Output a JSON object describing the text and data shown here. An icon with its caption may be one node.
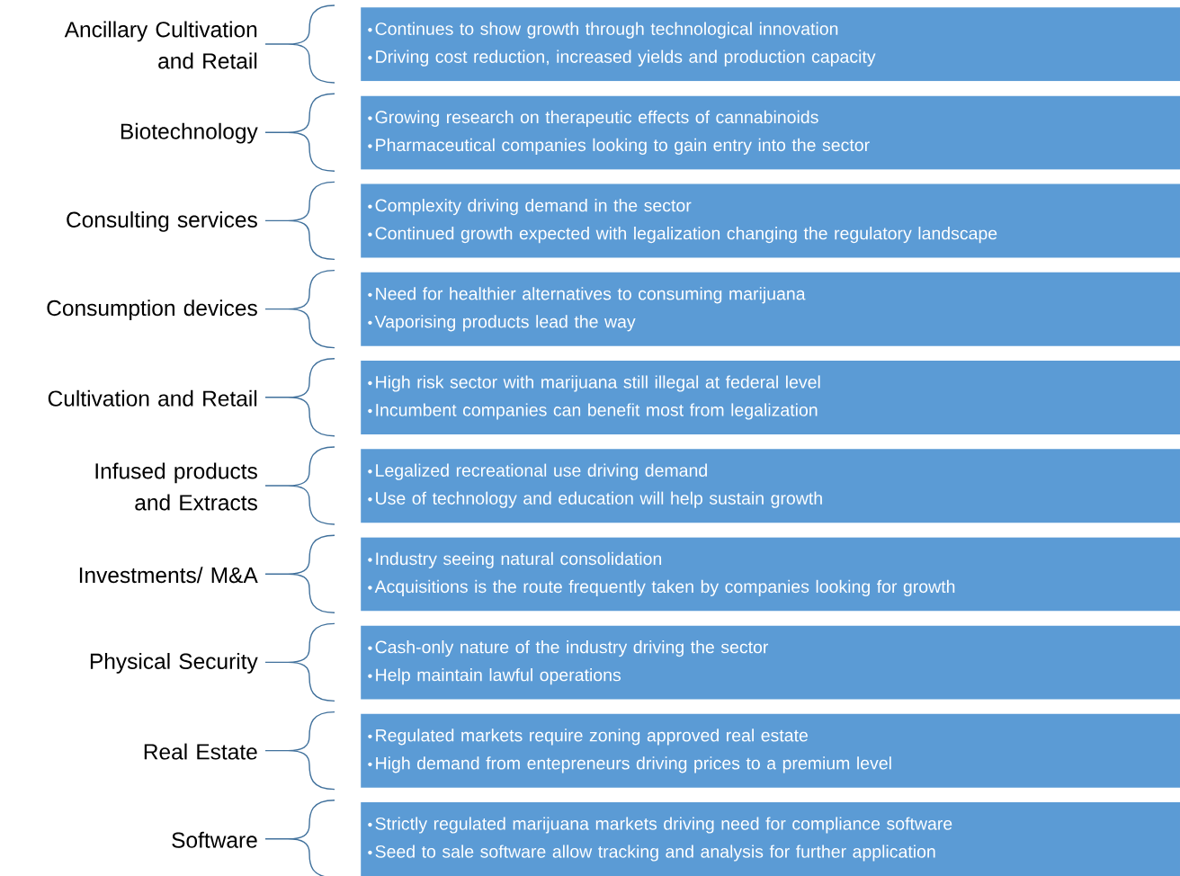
{
  "diagram": {
    "nodes": [
      {
        "text": [
          "Continues to show growth through technological innovation",
          "Driving cost reduction, increased yields and production capacity"
        ]
      },
      {
        "text": [
          "Growing research on therapeutic effects of cannabinoids",
          "Pharmaceutical companies looking to gain entry into the sector"
        ]
      },
      {
        "text": [
          "Complexity driving demand in the sector",
          "Continued growth expected with legalization changing the regulatory landscape"
        ]
      },
      {
        "text": [
          "Need for healthier alternatives to consuming marijuana",
          "Vaporising products lead the way"
        ]
      },
      {
        "text": [
          "High risk sector with marijuana still illegal at federal level",
          "Incumbent companies can benefit most from legalization"
        ]
      },
      {
        "text": [
          "Legalized recreational use driving demand",
          "Use of technology and education will help sustain growth"
        ]
      },
      {
        "text": [
          "Industry seeing natural consolidation",
          "Acquisitions is the route  frequently taken by companies looking for growth"
        ]
      },
      {
        "text": [
          "Cash-only nature of the industry driving the sector",
          "Help maintain lawful operations"
        ]
      },
      {
        "text": [
          "Regulated markets require zoning approved real estate",
          "High demand from entepreneurs driving prices to a premium level"
        ]
      },
      {
        "text": [
          "Strictly regulated marijuana markets driving need for compliance software",
          "Seed to sale software allow tracking and analysis for further application"
        ]
      }
    ],
    "labels": [
      "Ancillary Cultivation and Retail",
      "Biotechnology",
      "Consulting services",
      "Consumption devices",
      "Cultivation and Retail",
      "Infused products and Extracts",
      "Investments/ M&A",
      "Physical Security",
      "Real Estate",
      "Software"
    ]
  }
}
